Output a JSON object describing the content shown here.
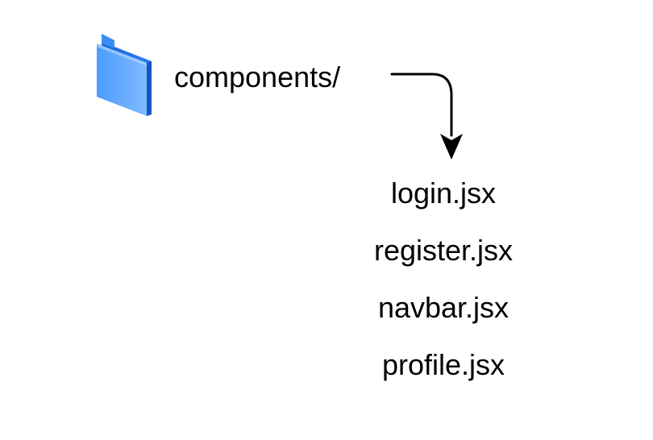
{
  "icons": {
    "folder": "folder-icon",
    "arrow": "curved-arrow-icon"
  },
  "colors": {
    "folder_light": "#5aa6ff",
    "folder_dark": "#1f6fe0",
    "folder_tab": "#3c8cf5",
    "text": "#000000",
    "arrow": "#000000"
  },
  "folder": {
    "label": "components/"
  },
  "files": [
    {
      "name": "login.jsx"
    },
    {
      "name": "register.jsx"
    },
    {
      "name": "navbar.jsx"
    },
    {
      "name": "profile.jsx"
    }
  ]
}
